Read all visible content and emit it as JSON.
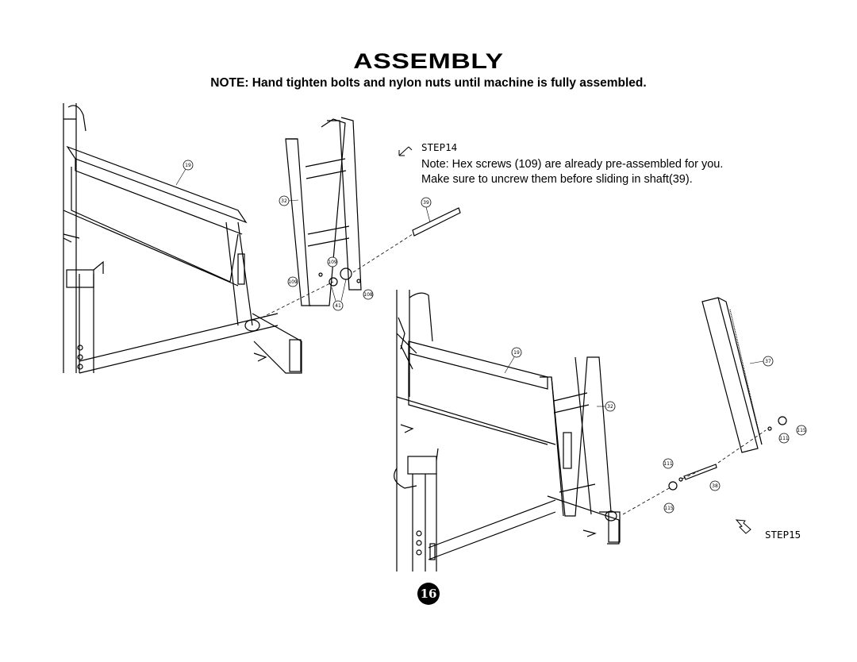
{
  "header": {
    "title": "ASSEMBLY",
    "note": "NOTE:  Hand tighten bolts and nylon nuts until machine is fully assembled."
  },
  "step14": {
    "label": "STEP14",
    "note_line1": "Note:  Hex screws (109) are already pre-assembled for you.",
    "note_line2": "Make sure to uncrew them before sliding in shaft(39).",
    "callouts": [
      "19",
      "32",
      "39",
      "109",
      "109",
      "108",
      "41"
    ]
  },
  "step15": {
    "label": "STEP15",
    "callouts": [
      "19",
      "32",
      "37",
      "115",
      "111",
      "111",
      "38",
      "115"
    ]
  },
  "page_number": "16"
}
